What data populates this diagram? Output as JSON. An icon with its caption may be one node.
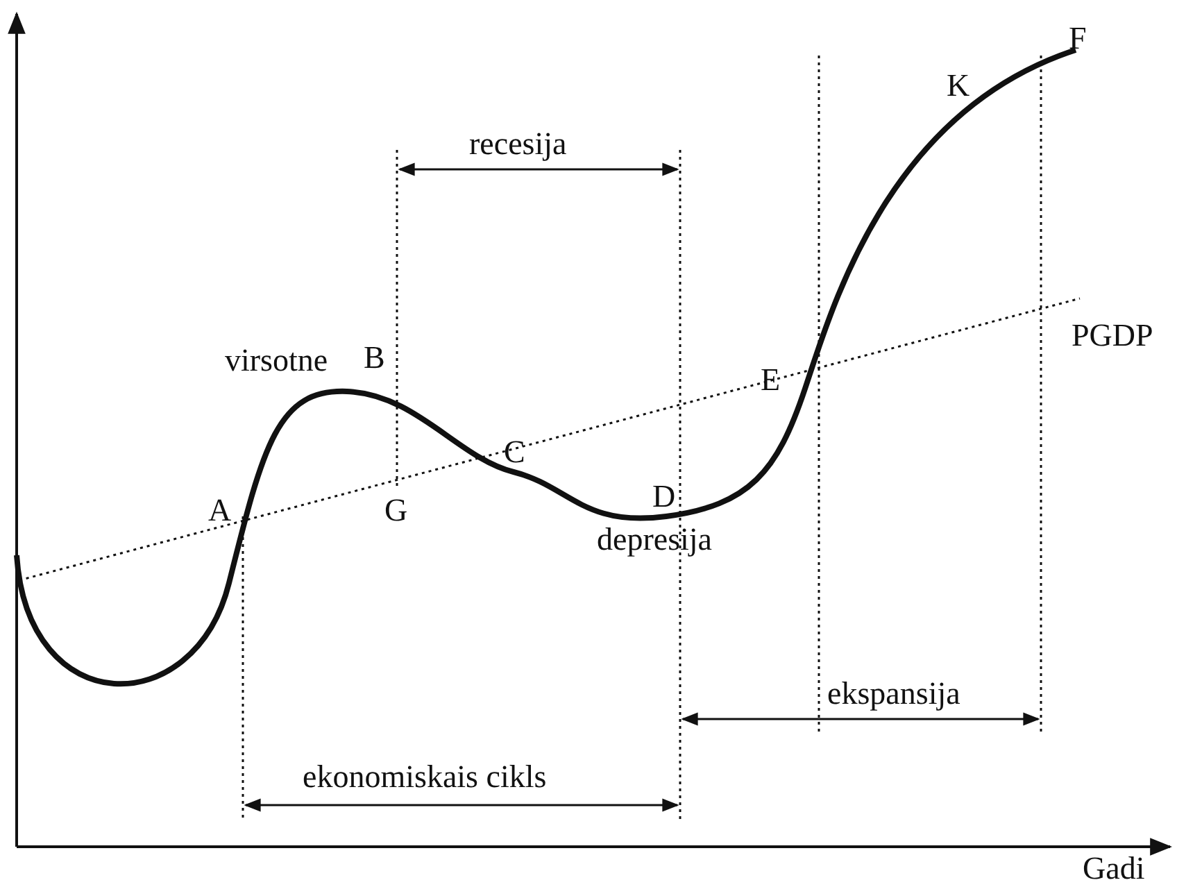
{
  "diagram": {
    "labels": [
      "F",
      "K",
      "recesija",
      "virsotne",
      "B",
      "PGDP",
      "E",
      "C",
      "A",
      "G",
      "D",
      "depresija",
      "ekspansija",
      "ekonomiskais cikls",
      "Gadi"
    ]
  }
}
